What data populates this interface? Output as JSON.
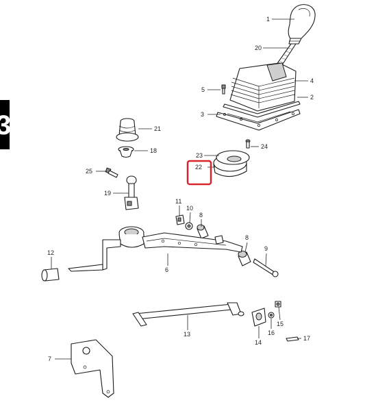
{
  "section_tab": {
    "text": "3",
    "color": "#000000"
  },
  "highlight": {
    "part": "22",
    "color": "#d8232a"
  },
  "parts": [
    {
      "id": "p1",
      "label": "1"
    },
    {
      "id": "p2",
      "label": "2"
    },
    {
      "id": "p3",
      "label": "3"
    },
    {
      "id": "p4",
      "label": "4"
    },
    {
      "id": "p5",
      "label": "5"
    },
    {
      "id": "p6",
      "label": "6"
    },
    {
      "id": "p7",
      "label": "7"
    },
    {
      "id": "p8a",
      "label": "8"
    },
    {
      "id": "p8b",
      "label": "8"
    },
    {
      "id": "p9",
      "label": "9"
    },
    {
      "id": "p10",
      "label": "10"
    },
    {
      "id": "p11",
      "label": "11"
    },
    {
      "id": "p12",
      "label": "12"
    },
    {
      "id": "p13",
      "label": "13"
    },
    {
      "id": "p14",
      "label": "14"
    },
    {
      "id": "p15",
      "label": "15"
    },
    {
      "id": "p16",
      "label": "16"
    },
    {
      "id": "p17",
      "label": "17"
    },
    {
      "id": "p18",
      "label": "18"
    },
    {
      "id": "p19",
      "label": "19"
    },
    {
      "id": "p20",
      "label": "20"
    },
    {
      "id": "p21",
      "label": "21"
    },
    {
      "id": "p22",
      "label": "22"
    },
    {
      "id": "p23",
      "label": "23"
    },
    {
      "id": "p24",
      "label": "24"
    },
    {
      "id": "p25",
      "label": "25"
    }
  ]
}
